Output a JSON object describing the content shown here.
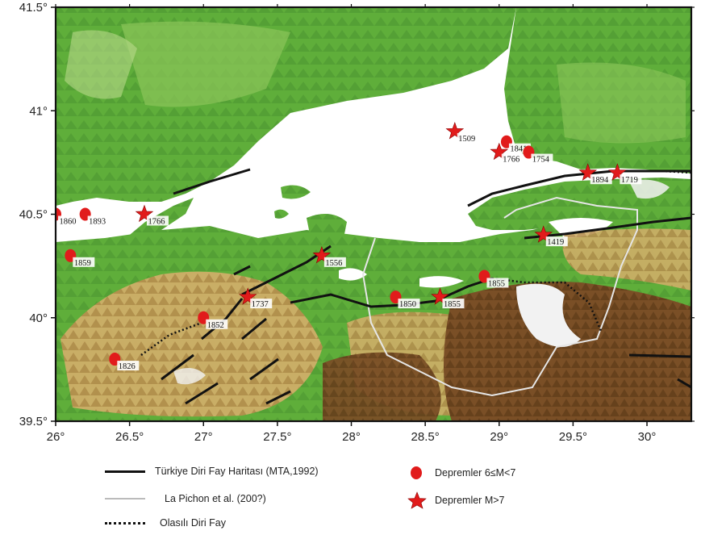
{
  "map": {
    "x_axis": {
      "ticks": [
        {
          "value": 26,
          "label": "26°"
        },
        {
          "value": 26.5,
          "label": "26.5°"
        },
        {
          "value": 27,
          "label": "27°"
        },
        {
          "value": 27.5,
          "label": "27.5°"
        },
        {
          "value": 28,
          "label": "28°"
        },
        {
          "value": 28.5,
          "label": "28.5°"
        },
        {
          "value": 29,
          "label": "29°"
        },
        {
          "value": 29.5,
          "label": "29.5°"
        },
        {
          "value": 30,
          "label": "30°"
        }
      ],
      "range": [
        26,
        30.3
      ]
    },
    "y_axis": {
      "ticks": [
        {
          "value": 41.5,
          "label": "41.5°"
        },
        {
          "value": 41,
          "label": "41°"
        },
        {
          "value": 40.5,
          "label": "40.5°"
        },
        {
          "value": 40,
          "label": "40°"
        },
        {
          "value": 39.5,
          "label": "39.5°"
        }
      ],
      "range": [
        39.5,
        41.5
      ]
    },
    "colors": {
      "sea": "#ffffff",
      "lowland": "#5fae3a",
      "hill": "#d8c98a",
      "mountain": "#7a4f26",
      "peak": "#f2f2f2",
      "fault": "#111111",
      "lapichon": "#e6e6e6",
      "quake": "#e11b1b"
    },
    "earthquakes": [
      {
        "year": "1860",
        "lon": 26.0,
        "lat": 40.5,
        "type": "circle"
      },
      {
        "year": "1893",
        "lon": 26.2,
        "lat": 40.5,
        "type": "circle"
      },
      {
        "year": "1766",
        "lon": 26.6,
        "lat": 40.5,
        "type": "star"
      },
      {
        "year": "1859",
        "lon": 26.1,
        "lat": 40.3,
        "type": "circle"
      },
      {
        "year": "1826",
        "lon": 26.4,
        "lat": 39.8,
        "type": "circle"
      },
      {
        "year": "1852",
        "lon": 27.0,
        "lat": 40.0,
        "type": "circle"
      },
      {
        "year": "1737",
        "lon": 27.3,
        "lat": 40.1,
        "type": "star"
      },
      {
        "year": "1556",
        "lon": 27.8,
        "lat": 40.3,
        "type": "star"
      },
      {
        "year": "1850",
        "lon": 28.3,
        "lat": 40.1,
        "type": "circle"
      },
      {
        "year": "1855",
        "lon": 28.6,
        "lat": 40.1,
        "type": "star"
      },
      {
        "year": "1855",
        "lon": 28.9,
        "lat": 40.2,
        "type": "circle"
      },
      {
        "year": "1509",
        "lon": 28.7,
        "lat": 40.9,
        "type": "star"
      },
      {
        "year": "1841",
        "lon": 29.05,
        "lat": 40.85,
        "type": "circle"
      },
      {
        "year": "1766",
        "lon": 29.0,
        "lat": 40.8,
        "type": "star"
      },
      {
        "year": "1754",
        "lon": 29.2,
        "lat": 40.8,
        "type": "circle"
      },
      {
        "year": "1894",
        "lon": 29.6,
        "lat": 40.7,
        "type": "star"
      },
      {
        "year": "1719",
        "lon": 29.8,
        "lat": 40.7,
        "type": "star"
      },
      {
        "year": "1419",
        "lon": 29.3,
        "lat": 40.4,
        "type": "star"
      }
    ]
  },
  "legend": {
    "fault_map": "Türkiye Diri Fay Haritası (MTA,1992)",
    "la_pichon": "La Pichon et al. (200?)",
    "probable_fault": "Olasılı Diri Fay",
    "quakes_6_7": "Depremler 6≤M<7",
    "quakes_gt7": "Depremler M>7"
  }
}
